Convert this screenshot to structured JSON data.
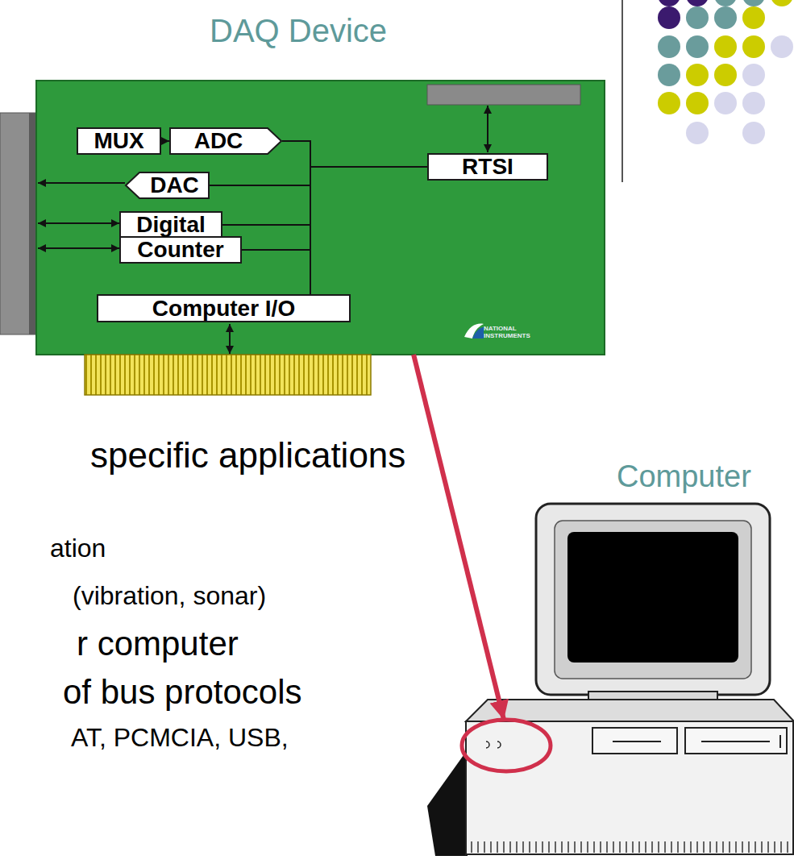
{
  "diagram": {
    "nodes": [
      {
        "text": [
          "DAQ Device"
        ]
      },
      {
        "text": [
          "MUX"
        ],
        "in": 0
      },
      {
        "text": [
          "ADC"
        ],
        "in": 0
      },
      {
        "text": [
          "RTSI"
        ],
        "in": 0
      },
      {
        "text": [
          "DAC"
        ],
        "in": 0
      },
      {
        "text": [
          "Digital"
        ],
        "in": 0
      },
      {
        "text": [
          "Counter"
        ],
        "in": 0
      },
      {
        "text": [
          "Computer I/O"
        ],
        "in": 0
      },
      {
        "text": [
          "Computer"
        ]
      }
    ],
    "edges": [
      {
        "from": 1,
        "to": 2,
        "arrow": "to"
      },
      {
        "from": 2,
        "to": 7,
        "arrow": "none"
      },
      {
        "from": 3,
        "to": 7,
        "arrow": "none"
      },
      {
        "from": 4,
        "to": 7,
        "arrow": "none"
      },
      {
        "from": 5,
        "to": 7,
        "arrow": "none"
      },
      {
        "from": 6,
        "to": 7,
        "arrow": "none"
      },
      {
        "from": 0,
        "to": 8,
        "arrow": "to"
      }
    ],
    "labels": [
      "NATIONAL INSTRUMENTS",
      "specific applications",
      "ation",
      "(vibration, sonar)",
      "r computer",
      "of bus protocols",
      "AT, PCMCIA, USB,"
    ]
  }
}
